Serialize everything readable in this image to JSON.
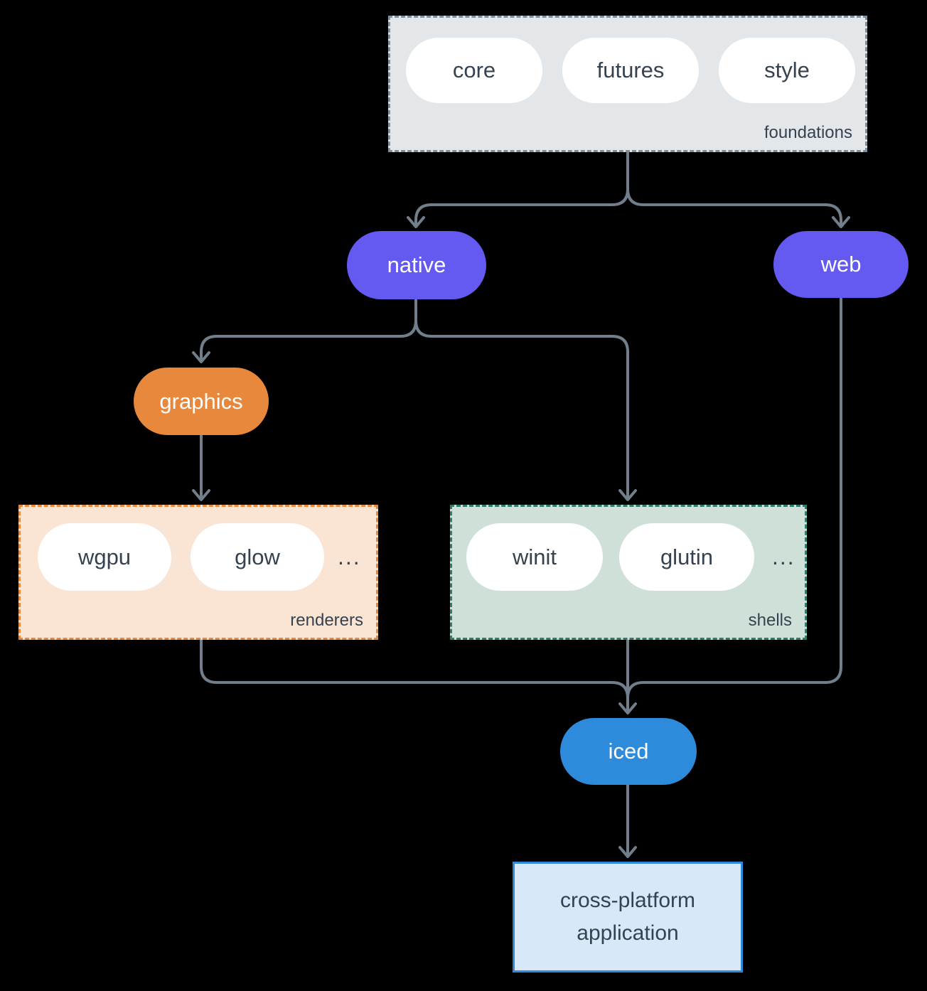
{
  "colors": {
    "background": "#000000",
    "connector": "#717E8B",
    "foundations_bg": "#E3E7EA",
    "foundations_border": "#7E909E",
    "renderers_bg": "#FAE4D4",
    "renderers_border": "#E8883C",
    "shells_bg": "#CFE0D8",
    "shells_border": "#2F7D6D",
    "purple_node": "#6459F0",
    "orange_node": "#E8883C",
    "blue_node": "#2E8BDB",
    "app_bg": "#D7E8F8",
    "app_border": "#2E89D8",
    "pill_bg": "#FFFFFF",
    "dark_text": "#35424F",
    "light_text": "#FFFFFF"
  },
  "foundations": {
    "label": "foundations",
    "items": [
      "core",
      "futures",
      "style"
    ]
  },
  "native": {
    "label": "native"
  },
  "web": {
    "label": "web"
  },
  "graphics": {
    "label": "graphics"
  },
  "renderers": {
    "label": "renderers",
    "items": [
      "wgpu",
      "glow"
    ],
    "more": "..."
  },
  "shells": {
    "label": "shells",
    "items": [
      "winit",
      "glutin"
    ],
    "more": "..."
  },
  "iced": {
    "label": "iced"
  },
  "application": {
    "line1": "cross-platform",
    "line2": "application"
  }
}
